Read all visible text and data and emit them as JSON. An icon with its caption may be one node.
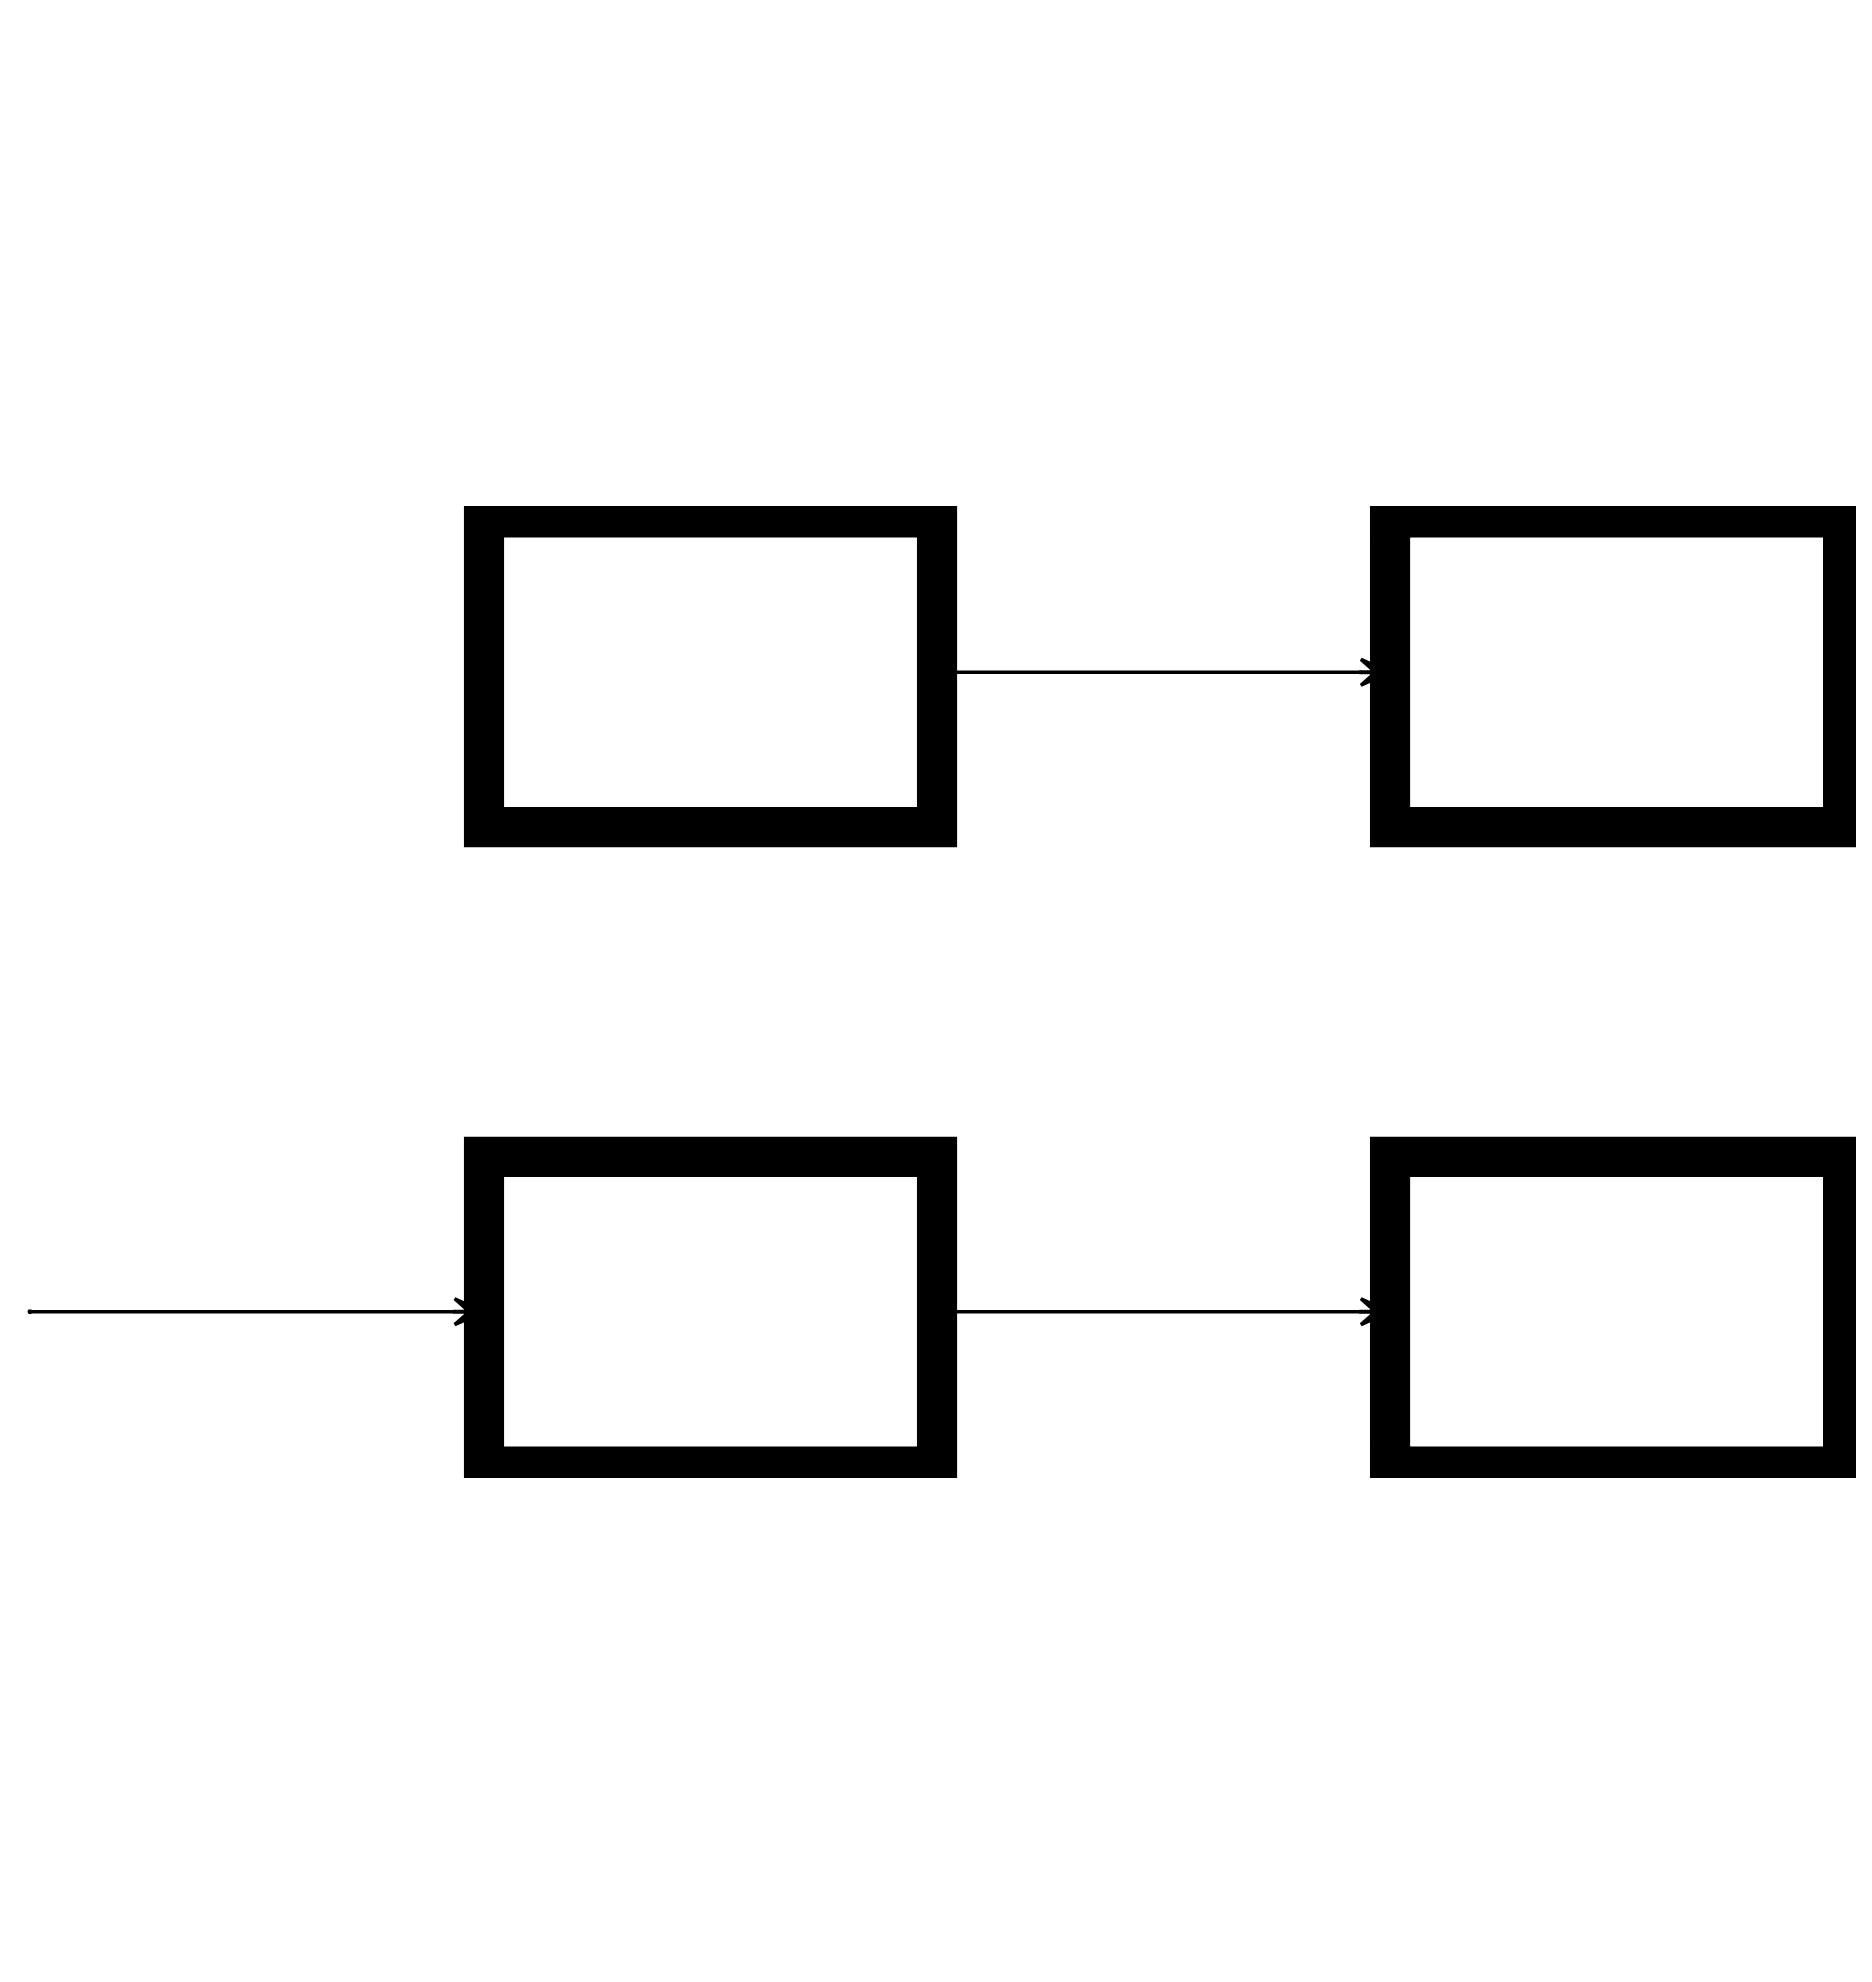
{
  "diagram": {
    "nodes": [
      {
        "text": [],
        "shape": "box"
      },
      {
        "text": [],
        "shape": "box"
      },
      {
        "text": [],
        "shape": "box"
      },
      {
        "text": [],
        "shape": "box"
      }
    ],
    "edges": [
      {
        "from": 0,
        "to": 1,
        "arrow": "to"
      },
      {
        "from": null,
        "to": 2,
        "arrow": "to"
      },
      {
        "from": 2,
        "to": 3,
        "arrow": "to"
      }
    ]
  }
}
